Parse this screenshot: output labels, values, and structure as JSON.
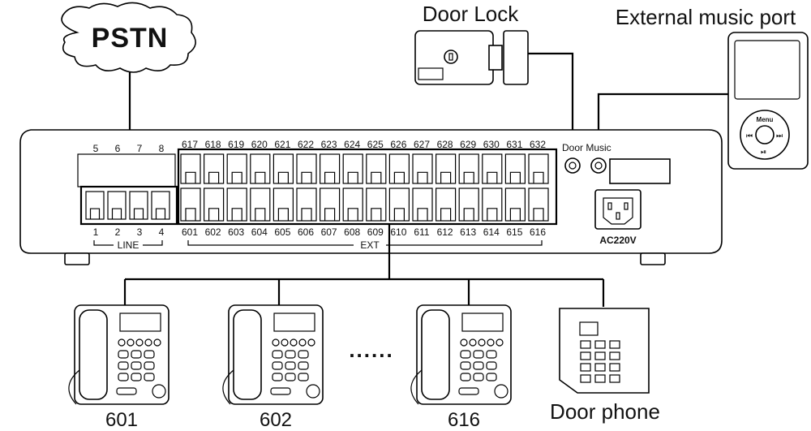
{
  "labels": {
    "pstn": "PSTN",
    "door_lock": "Door Lock",
    "external_music_port": "External music port",
    "door": "Door",
    "music": "Music",
    "ac": "AC220V",
    "line": "LINE",
    "ext": "EXT",
    "menu": "Menu",
    "ellipsis": "......",
    "door_phone": "Door phone"
  },
  "top_line_ports": [
    "5",
    "6",
    "7",
    "8"
  ],
  "bottom_line_ports": [
    "1",
    "2",
    "3",
    "4"
  ],
  "top_ext_ports": [
    "617",
    "618",
    "619",
    "620",
    "621",
    "622",
    "623",
    "624",
    "625",
    "626",
    "627",
    "628",
    "629",
    "630",
    "631",
    "632"
  ],
  "bottom_ext_ports": [
    "601",
    "602",
    "603",
    "604",
    "605",
    "606",
    "607",
    "608",
    "609",
    "610",
    "611",
    "612",
    "613",
    "614",
    "615",
    "616"
  ],
  "phones": [
    "601",
    "602",
    "616"
  ],
  "colors": {
    "line": "#000000",
    "fill": "#ffffff",
    "text": "#111111"
  }
}
